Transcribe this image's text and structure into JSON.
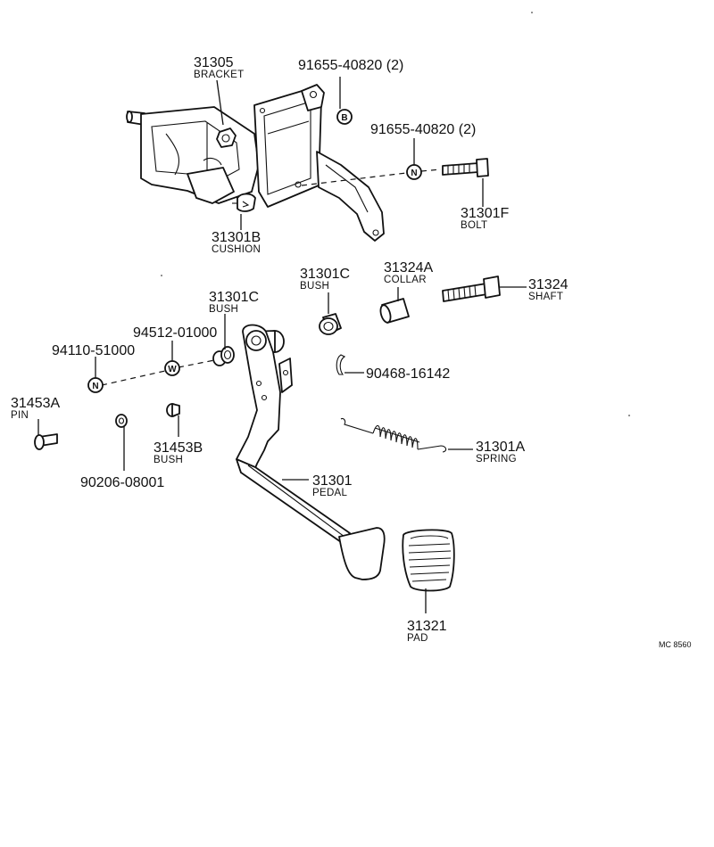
{
  "diagram_code": "MC 8560",
  "parts": [
    {
      "id": "p31305",
      "number": "31305",
      "desc": "BRACKET"
    },
    {
      "id": "p91655a",
      "number": "91655-40820 (2)",
      "desc": "",
      "marker": "B"
    },
    {
      "id": "p91655b",
      "number": "91655-40820 (2)",
      "desc": "",
      "marker": "N"
    },
    {
      "id": "p31301F",
      "number": "31301F",
      "desc": "BOLT"
    },
    {
      "id": "p31301B",
      "number": "31301B",
      "desc": "CUSHION"
    },
    {
      "id": "p31301C_a",
      "number": "31301C",
      "desc": "BUSH"
    },
    {
      "id": "p31324A",
      "number": "31324A",
      "desc": "COLLAR"
    },
    {
      "id": "p31324",
      "number": "31324",
      "desc": "SHAFT"
    },
    {
      "id": "p31301C_b",
      "number": "31301C",
      "desc": "BUSH"
    },
    {
      "id": "p94512",
      "number": "94512-01000",
      "desc": "",
      "marker": "W"
    },
    {
      "id": "p94110",
      "number": "94110-51000",
      "desc": "",
      "marker": "N"
    },
    {
      "id": "p90468",
      "number": "90468-16142",
      "desc": ""
    },
    {
      "id": "p31453A",
      "number": "31453A",
      "desc": "PIN"
    },
    {
      "id": "p31453B",
      "number": "31453B",
      "desc": "BUSH"
    },
    {
      "id": "p90206",
      "number": "90206-08001",
      "desc": ""
    },
    {
      "id": "p31301A",
      "number": "31301A",
      "desc": "SPRING"
    },
    {
      "id": "p31301",
      "number": "31301",
      "desc": "PEDAL"
    },
    {
      "id": "p31321",
      "number": "31321",
      "desc": "PAD"
    }
  ]
}
